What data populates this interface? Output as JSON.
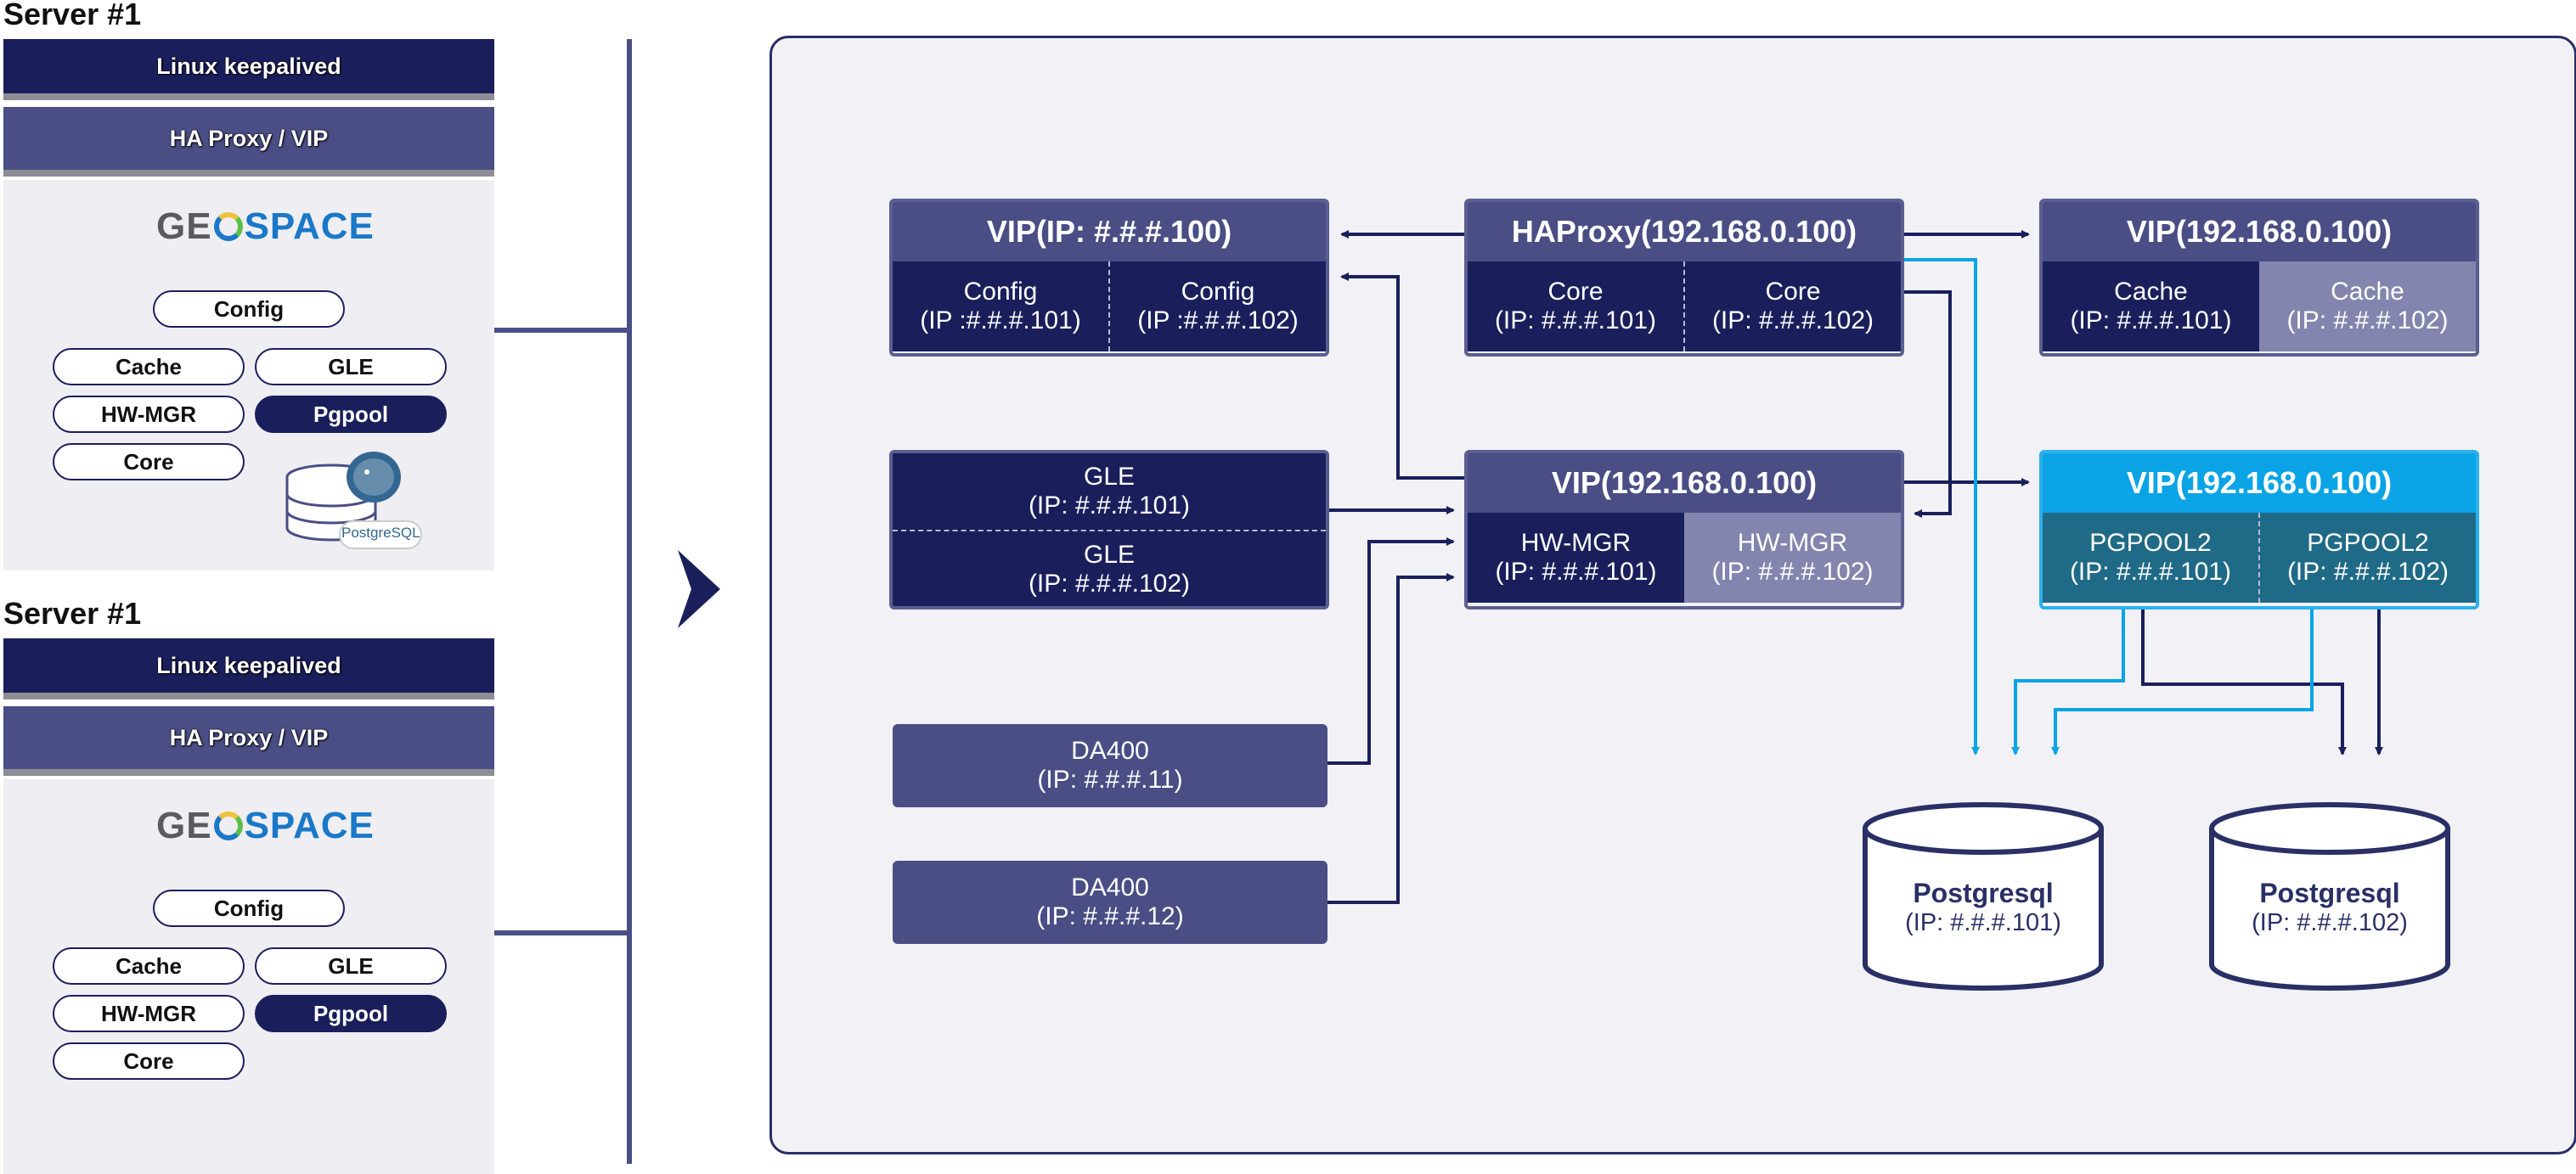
{
  "servers": [
    {
      "title": "Server #1",
      "bar_top": "Linux keepalived",
      "bar_mid": "HA Proxy / VIP",
      "logo": {
        "geo": "GE",
        "space": "SPACE"
      },
      "pills": [
        "Config",
        "Cache",
        "GLE",
        "HW-MGR",
        "Pgpool",
        "Core"
      ],
      "db_badge": "PostgreSQL"
    },
    {
      "title": "Server #1",
      "bar_top": "Linux keepalived",
      "bar_mid": "HA Proxy / VIP",
      "logo": {
        "geo": "GE",
        "space": "SPACE"
      },
      "pills": [
        "Config",
        "Cache",
        "GLE",
        "HW-MGR",
        "Pgpool",
        "Core"
      ]
    }
  ],
  "diagram": {
    "vip_config": {
      "head": "VIP(IP: #.#.#.100)",
      "cells": [
        [
          "Config",
          "(IP :#.#.#.101)"
        ],
        [
          "Config",
          "(IP :#.#.#.102)"
        ]
      ]
    },
    "haproxy": {
      "head": "HAProxy(192.168.0.100)",
      "cells": [
        [
          "Core",
          "(IP: #.#.#.101)"
        ],
        [
          "Core",
          "(IP: #.#.#.102)"
        ]
      ]
    },
    "vip_cache": {
      "head": "VIP(192.168.0.100)",
      "cells": [
        [
          "Cache",
          "(IP: #.#.#.101)"
        ],
        [
          "Cache",
          "(IP: #.#.#.102)"
        ]
      ]
    },
    "gle": {
      "cells": [
        [
          "GLE",
          "(IP: #.#.#.101)"
        ],
        [
          "GLE",
          "(IP: #.#.#.102)"
        ]
      ]
    },
    "vip_hwmgr": {
      "head": "VIP(192.168.0.100)",
      "cells": [
        [
          "HW-MGR",
          "(IP: #.#.#.101)"
        ],
        [
          "HW-MGR",
          "(IP: #.#.#.102)"
        ]
      ]
    },
    "vip_pgpool": {
      "head": "VIP(192.168.0.100)",
      "cells": [
        [
          "PGPOOL2",
          "(IP: #.#.#.101)"
        ],
        [
          "PGPOOL2",
          "(IP: #.#.#.102)"
        ]
      ]
    },
    "da1": {
      "name": "DA400",
      "ip": "(IP: #.#.#.11)"
    },
    "da2": {
      "name": "DA400",
      "ip": "(IP: #.#.#.12)"
    },
    "db1": {
      "name": "Postgresql",
      "ip": "(IP: #.#.#.101)"
    },
    "db2": {
      "name": "Postgresql",
      "ip": "(IP: #.#.#.102)"
    }
  },
  "colors": {
    "navy": "#1a1f5c",
    "mid": "#4a4e85",
    "light": "#8385ae",
    "blue": "#0aa4e6",
    "teal": "#1f6a86"
  }
}
